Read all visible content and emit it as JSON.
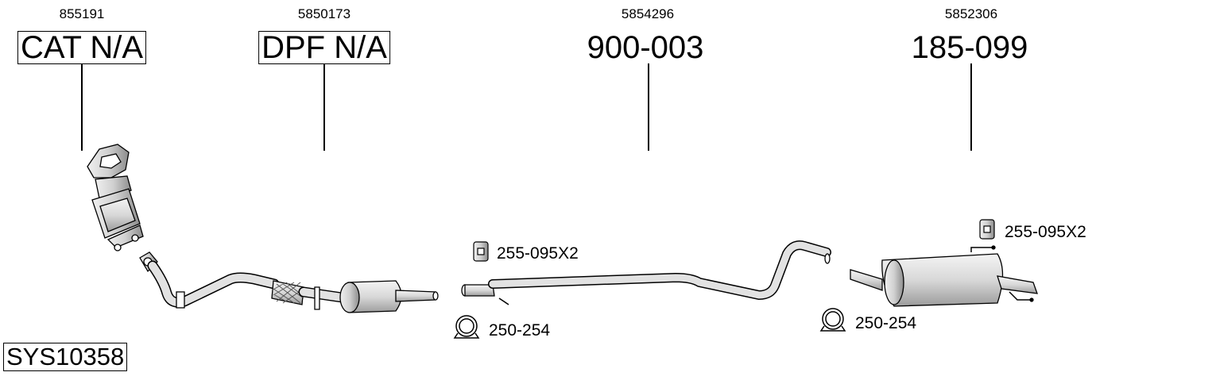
{
  "parts": [
    {
      "ref": "855191",
      "code": "CAT N/A",
      "boxed": true
    },
    {
      "ref": "5850173",
      "code": "DPF N/A",
      "boxed": true
    },
    {
      "ref": "5854296",
      "code": "900-003",
      "boxed": false
    },
    {
      "ref": "5852306",
      "code": "185-099",
      "boxed": false
    }
  ],
  "callouts": {
    "hanger_front": "255-095X2",
    "clamp_front": "250-254",
    "hanger_rear": "255-095X2",
    "clamp_rear": "250-254"
  },
  "system_code": "SYS10358"
}
